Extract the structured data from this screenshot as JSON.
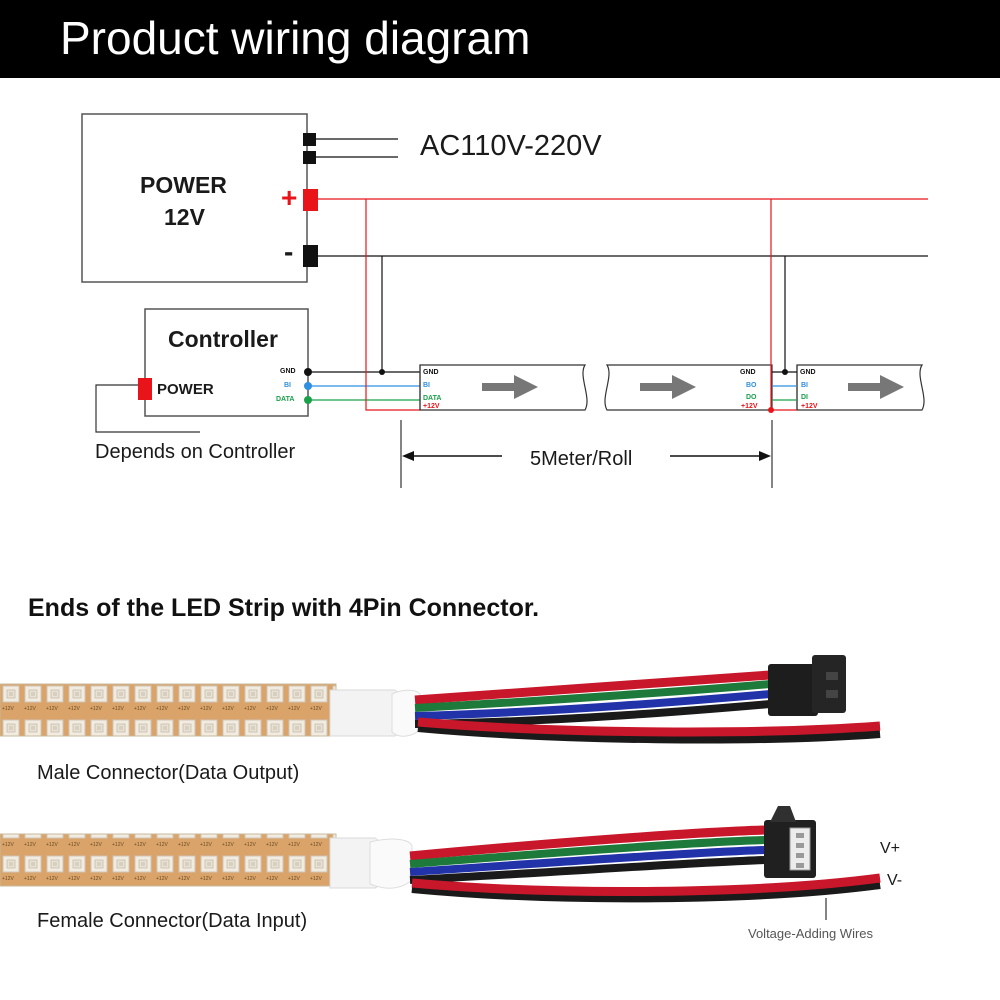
{
  "header": {
    "title": "Product wiring diagram"
  },
  "power": {
    "title_line1": "POWER",
    "title_line2": "12V",
    "plus": "+",
    "minus": "-",
    "ac_label": "AC110V-220V"
  },
  "controller": {
    "title": "Controller",
    "power_label": "POWER",
    "depends_label": "Depends on Controller"
  },
  "pins": {
    "controller": [
      "GND",
      "BI",
      "DATA"
    ],
    "strip_in": [
      "GND",
      "BI",
      "DATA",
      "+12V"
    ],
    "strip_out": [
      "GND",
      "BO",
      "DO",
      "+12V"
    ],
    "strip_next": [
      "GND",
      "BI",
      "DI",
      "+12V"
    ]
  },
  "length_label": "5Meter/Roll",
  "connectors": {
    "title": "Ends of the LED Strip with 4Pin Connector.",
    "male_label": "Male Connector(Data Output)",
    "female_label": "Female Connector(Data Input)",
    "vplus": "V+",
    "vminus": "V-",
    "voltage_label": "Voltage-Adding Wires",
    "strip_marking": "+12V"
  },
  "colors": {
    "red": "#e8141a",
    "green": "#1aa14a",
    "blue": "#2f8fe0",
    "black": "#111111",
    "wire_red": "#c8172a",
    "wire_green": "#1e7a3a",
    "wire_blue": "#2233aa"
  }
}
